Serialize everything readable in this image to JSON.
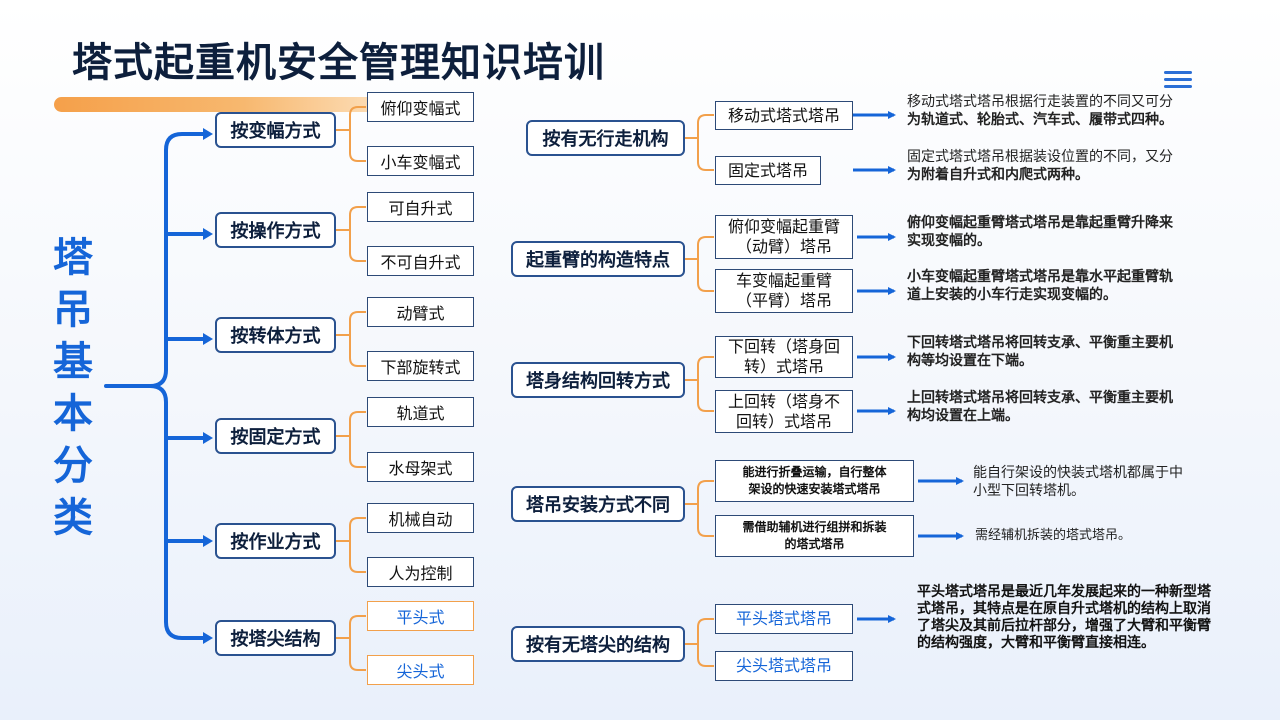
{
  "title": "塔式起重机安全管理知识培训",
  "vertical_title": [
    "塔",
    "吊",
    "基",
    "本",
    "分",
    "类"
  ],
  "colors": {
    "primary_blue": "#1565d8",
    "accent_orange": "#f2a04b",
    "dark_navy": "#0d1f3c"
  },
  "left_groups": [
    {
      "label": "按变幅方式",
      "options": [
        "俯仰变幅式",
        "小车变幅式"
      ]
    },
    {
      "label": "按操作方式",
      "options": [
        "可自升式",
        "不可自升式"
      ]
    },
    {
      "label": "按转体方式",
      "options": [
        "动臂式",
        "下部旋转式"
      ]
    },
    {
      "label": "按固定方式",
      "options": [
        "轨道式",
        "水母架式"
      ]
    },
    {
      "label": "按作业方式",
      "options": [
        "机械自动",
        "人为控制"
      ]
    },
    {
      "label": "按塔尖结构",
      "options": [
        "平头式",
        "尖头式"
      ]
    }
  ],
  "right_groups": [
    {
      "label": "按有无行走机构",
      "items": [
        {
          "type": "移动式塔式塔吊",
          "desc": [
            "移动式塔式塔吊根据行走装置的不同又可分",
            "为轨道式、轮胎式、汽车式、履带式四种。"
          ]
        },
        {
          "type": "固定式塔吊",
          "desc": [
            "固定式塔式塔吊根据装设位置的不同，又分",
            "为附着自升式和内爬式两种。"
          ]
        }
      ]
    },
    {
      "label": "起重臂的构造特点",
      "items": [
        {
          "type": [
            "俯仰变幅起重臂",
            "（动臂）塔吊"
          ],
          "desc": [
            "俯仰变幅起重臂塔式塔吊是靠起重臂升降来",
            "实现变幅的。"
          ]
        },
        {
          "type": [
            "车变幅起重臂",
            "（平臂）塔吊"
          ],
          "desc": [
            "小车变幅起重臂塔式塔吊是靠水平起重臂轨",
            "道上安装的小车行走实现变幅的。"
          ]
        }
      ]
    },
    {
      "label": "塔身结构回转方式",
      "items": [
        {
          "type": [
            "下回转（塔身回",
            "转）式塔吊"
          ],
          "desc": [
            "下回转塔式塔吊将回转支承、平衡重主要机",
            "构等均设置在下端。"
          ]
        },
        {
          "type": [
            "上回转（塔身不",
            "回转）式塔吊"
          ],
          "desc": [
            "上回转塔式塔吊将回转支承、平衡重主要机",
            "构均设置在上端。"
          ]
        }
      ]
    },
    {
      "label": "塔吊安装方式不同",
      "items": [
        {
          "type": [
            "能进行折叠运输，自行整体",
            "架设的快速安装塔式塔吊"
          ],
          "desc": [
            "能自行架设的快装式塔机都属于中",
            "小型下回转塔机。"
          ]
        },
        {
          "type": [
            "需借助辅机进行组拼和拆装",
            "的塔式塔吊"
          ],
          "desc": [
            "需经辅机拆装的塔式塔吊。"
          ]
        }
      ]
    },
    {
      "label": "按有无塔尖的结构",
      "items": [
        {
          "type": "平头塔式塔吊",
          "desc": [
            "平头塔式塔吊是最近几年发展起来的一种新型塔",
            "式塔吊，其特点是在原自升式塔机的结构上取消",
            "了塔尖及其前后拉杆部分，增强了大臂和平衡臂",
            "的结构强度，大臂和平衡臂直接相连。"
          ]
        },
        {
          "type": "尖头塔式塔吊"
        }
      ]
    }
  ]
}
